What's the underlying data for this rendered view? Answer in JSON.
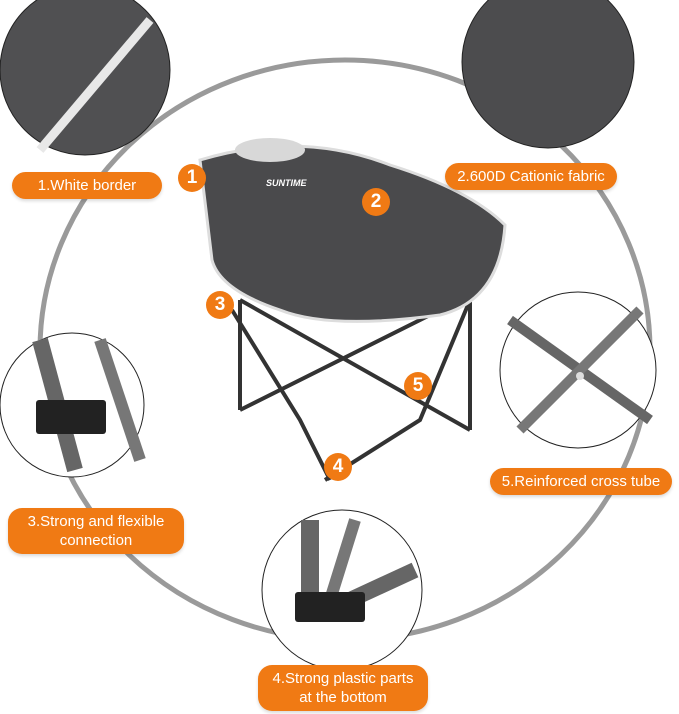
{
  "brand_logo": "SUNTIME",
  "features": [
    {
      "number": "1",
      "label": "1.White  border"
    },
    {
      "number": "2",
      "label": "2.600D Cationic fabric"
    },
    {
      "number": "3",
      "label": "3.Strong and flexible connection"
    },
    {
      "number": "4",
      "label": "4.Strong plastic parts at the bottom"
    },
    {
      "number": "5",
      "label": "5.Reinforced cross tube"
    }
  ],
  "colors": {
    "accent": "#f07a14",
    "fabric": "#4a4a4c",
    "ring": "#9a9a9a"
  }
}
